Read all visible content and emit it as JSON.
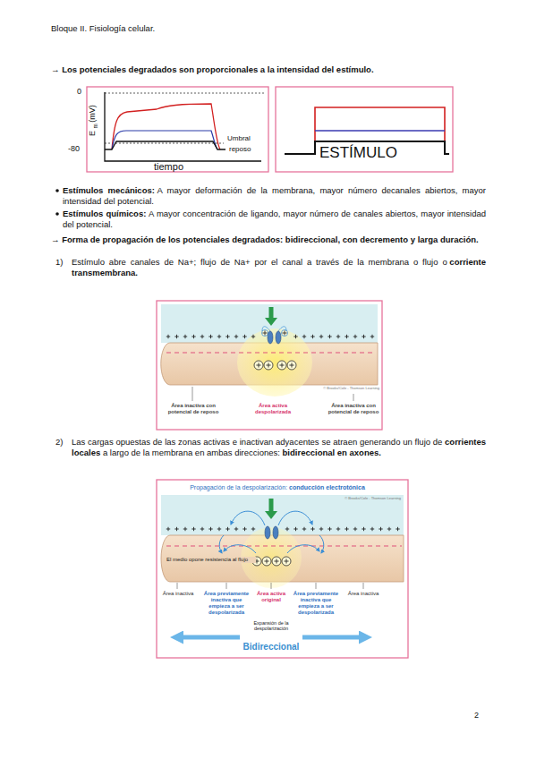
{
  "diagram": {
    "labels": [
      "Bloque II. Fisiología celular.",
      "→ Los potenciales degradados son proporcionales a la intensidad del estímulo.",
      "0",
      "-80",
      "E",
      "m",
      "(mV)",
      "Umbral",
      "reposo",
      "tiempo",
      "ESTÍMULO",
      "Estímulos mecánicos:",
      "A mayor deformación de la membrana, mayor número decanales abiertos, mayor intensidad del potencial.",
      "Estímulos químicos:",
      "A mayor concentración de ligando, mayor número de canales abiertos, mayor intensidad del potencial.",
      "→ Forma de propagación de los potenciales degradados: bidireccional, con decremento y larga duración.",
      "1)",
      "Estímulo abre canales de Na+; flujo de Na+ por el canal a través de la membrana o flujo o",
      "corriente transmembrana.",
      "Área inactiva con potencial de reposo",
      "Área activa despolarizada",
      "Área inactiva con potencial de reposo",
      "© Brooks/Cole - Thomson Learning",
      "2)",
      "Las cargas opuestas de las zonas activas e inactivan adyacentes se atraen generando un flujo de",
      "corrientes locales",
      "a largo de la membrana en ambas direcciones:",
      "bidireccional en axones.",
      "Propagación de la despolarización:",
      "conducción electrotónica",
      "El medio opone resistencia al flujo",
      "Área inactiva",
      "Área previamente inactiva que empieza a ser despolarizada",
      "Área activa original",
      "Área previamente inactiva que empieza a ser despolarizada",
      "Área inactiva",
      "Expansión de la despolarización",
      "Bidireccional",
      "© Brooks/Cole - Thomson Learning",
      "2"
    ]
  }
}
